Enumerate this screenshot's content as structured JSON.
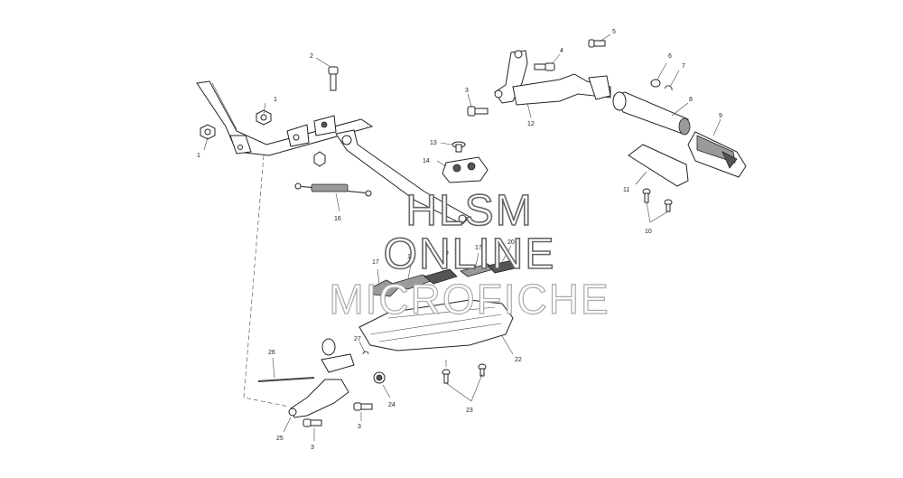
{
  "labels": {
    "l1a": "1",
    "l1b": "1",
    "l2": "2",
    "l3a": "3",
    "l3b": "3",
    "l3c": "3",
    "l4": "4",
    "l5": "5",
    "l6": "6",
    "l7": "7",
    "l8": "8",
    "l9": "9",
    "l10": "10",
    "l11": "11",
    "l12": "12",
    "l13": "13",
    "l14": "14",
    "l16": "16",
    "l17a": "17",
    "l17b": "17",
    "l18": "18",
    "l19": "19",
    "l20": "20",
    "l22": "22",
    "l23": "23",
    "l24": "24",
    "l25": "25",
    "l26": "26",
    "l27": "27"
  },
  "watermark": {
    "line1": "HLSM",
    "line2": "ONLINE",
    "line3": "MICROFICHE"
  },
  "colors": {
    "line": "#222222",
    "shade": "#9a9a9a",
    "watermark_outline": "#666666"
  }
}
